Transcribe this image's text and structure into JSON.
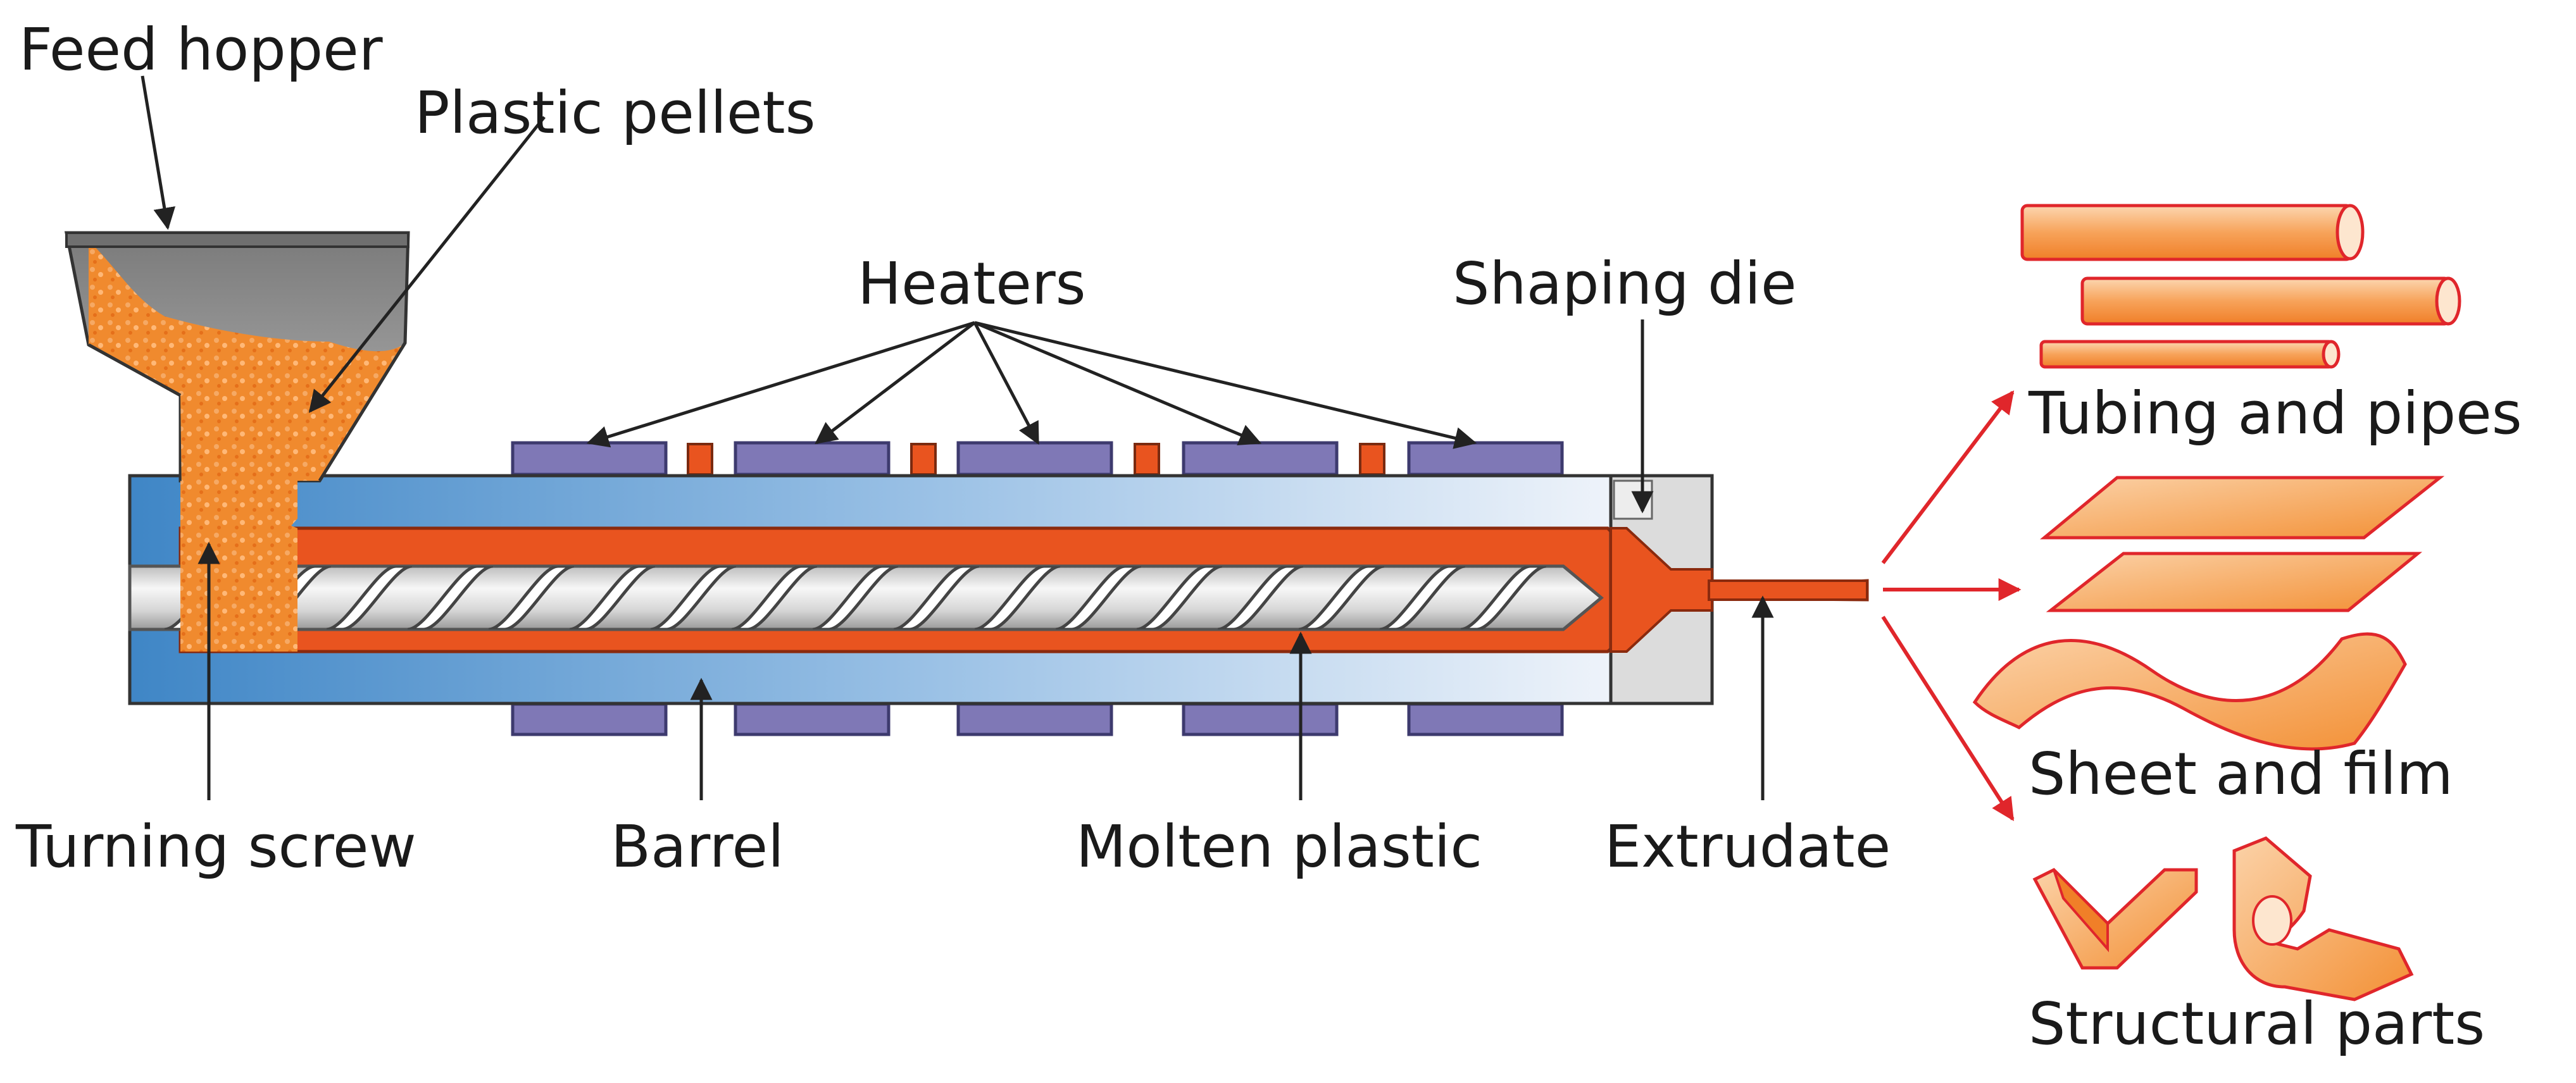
{
  "labels": {
    "feed_hopper": "Feed hopper",
    "plastic_pellets": "Plastic pellets",
    "heaters": "Heaters",
    "shaping_die": "Shaping die",
    "turning_screw": "Turning screw",
    "barrel": "Barrel",
    "molten_plastic": "Molten plastic",
    "extrudate": "Extrudate",
    "tubing_and_pipes": "Tubing and pipes",
    "sheet_and_film": "Sheet and film",
    "structural_parts": "Structural parts"
  },
  "colors": {
    "barrel_blue": "#3f86c6",
    "barrel_light": "#e6eef8",
    "molten_orange": "#e9541f",
    "pellet_orange": "#f08a2e",
    "heater_purple": "#7f78b6",
    "hopper_gray": "#8c8c8c",
    "die_gray": "#d9d9d9",
    "product_orange": "#f7a35a",
    "arrow_red": "#e0262b"
  },
  "icons": [
    "hopper-icon",
    "screw-icon",
    "heater-icon",
    "die-icon",
    "tube-icon",
    "sheet-icon",
    "structural-part-icon"
  ]
}
